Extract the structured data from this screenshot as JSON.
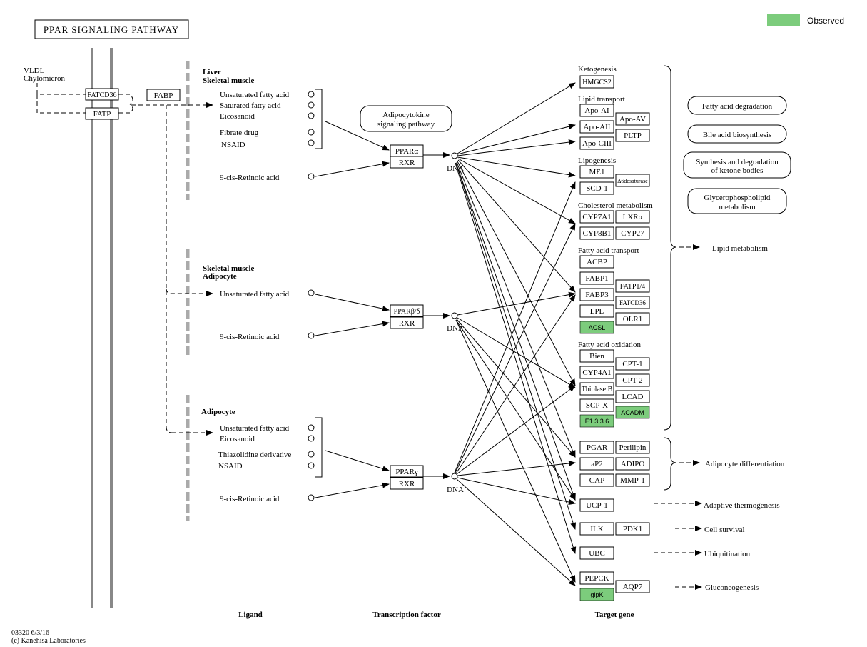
{
  "title": "PPAR SIGNALING PATHWAY",
  "legend": {
    "label": "Observed",
    "color": "#7ccc7c"
  },
  "footer": {
    "code": "03320 6/3/16",
    "copyright": "(c) Kanehisa Laboratories"
  },
  "column_headers": {
    "ligand": "Ligand",
    "transcription_factor": "Transcription factor",
    "target_gene": "Target gene"
  },
  "membrane": {
    "sources": [
      "VLDL",
      "Chylomicron"
    ],
    "fatcd36": "FATCD36",
    "fatp": "FATP",
    "fabp": "FABP"
  },
  "groups": [
    {
      "title_lines": [
        "Liver",
        "Skeletal muscle"
      ],
      "ligands": [
        "Unsaturated fatty acid",
        "Saturated fatty acid",
        "Eicosanoid",
        "Fibrate drug",
        "NSAID"
      ],
      "retinoic": "9-cis-Retinoic acid",
      "receptor": "PPARα",
      "partner": "RXR",
      "dna": "DNA"
    },
    {
      "title_lines": [
        "Skeletal muscle",
        "Adipocyte"
      ],
      "ligands": [
        "Unsaturated fatty acid"
      ],
      "retinoic": "9-cis-Retinoic acid",
      "receptor": "PPARβ/δ",
      "partner": "RXR",
      "dna": "DNA"
    },
    {
      "title_lines": [
        "Adipocyte"
      ],
      "ligands": [
        "Unsaturated fatty acid",
        "Eicosanoid",
        "Thiazolidine derivative",
        "NSAID"
      ],
      "retinoic": "9-cis-Retinoic acid",
      "receptor": "PPARγ",
      "partner": "RXR",
      "dna": "DNA"
    }
  ],
  "adipocytokine": [
    "Adipocytokine",
    "signaling pathway"
  ],
  "sections": {
    "ketogenesis": "Ketogenesis",
    "lipid_transport": "Lipid transport",
    "lipogenesis": "Lipogenesis",
    "cholesterol": "Cholesterol metabolism",
    "fa_transport": "Fatty acid transport",
    "fa_oxidation": "Fatty acid oxidation"
  },
  "genes": {
    "hmgcs2": "HMGCS2",
    "apoa1": "Apo-AI",
    "apoa2": "Apo-AII",
    "apoc3": "Apo-CIII",
    "apoav": "Apo-AV",
    "pltp": "PLTP",
    "me1": "ME1",
    "scd1": "SCD-1",
    "d6desaturase": "Δ6desaturase",
    "cyp7a1": "CYP7A1",
    "cyp8b1": "CYP8B1",
    "lxra": "LXRα",
    "cyp27": "CYP27",
    "acbp": "ACBP",
    "fabp1": "FABP1",
    "fabp3": "FABP3",
    "lpl": "LPL",
    "acsl": "ACSL",
    "fatp14": "FATP1/4",
    "fatcd36": "FATCD36",
    "olr1": "OLR1",
    "bien": "Bien",
    "cyp4a1": "CYP4A1",
    "thiolaseb": "Thiolase B",
    "scpx": "SCP-X",
    "e1336": "E1.3.3.6",
    "cpt1": "CPT-1",
    "cpt2": "CPT-2",
    "lcad": "LCAD",
    "acadm": "ACADM",
    "pgar": "PGAR",
    "ap2": "aP2",
    "cap": "CAP",
    "perilipin": "Perilipin",
    "adipo": "ADIPO",
    "mmp1": "MMP-1",
    "ucp1": "UCP-1",
    "ilk": "ILK",
    "pdk1": "PDK1",
    "ubc": "UBC",
    "pepck": "PEPCK",
    "glpk": "glpK",
    "aqp7": "AQP7"
  },
  "pathways": {
    "fa_degradation": "Fatty acid degradation",
    "bile_acid": "Bile acid biosynthesis",
    "ketone": [
      "Synthesis and degradation",
      "of ketone bodies"
    ],
    "glycerophospholipid": [
      "Glycerophospholipid",
      "metabolism"
    ]
  },
  "outcomes": {
    "lipid_metabolism": "Lipid metabolism",
    "adipocyte_diff": "Adipocyte differentiation",
    "thermogenesis": "Adaptive thermogenesis",
    "cell_survival": "Cell survival",
    "ubiquitination": "Ubiquitination",
    "gluconeogenesis": "Gluconeogenesis"
  }
}
